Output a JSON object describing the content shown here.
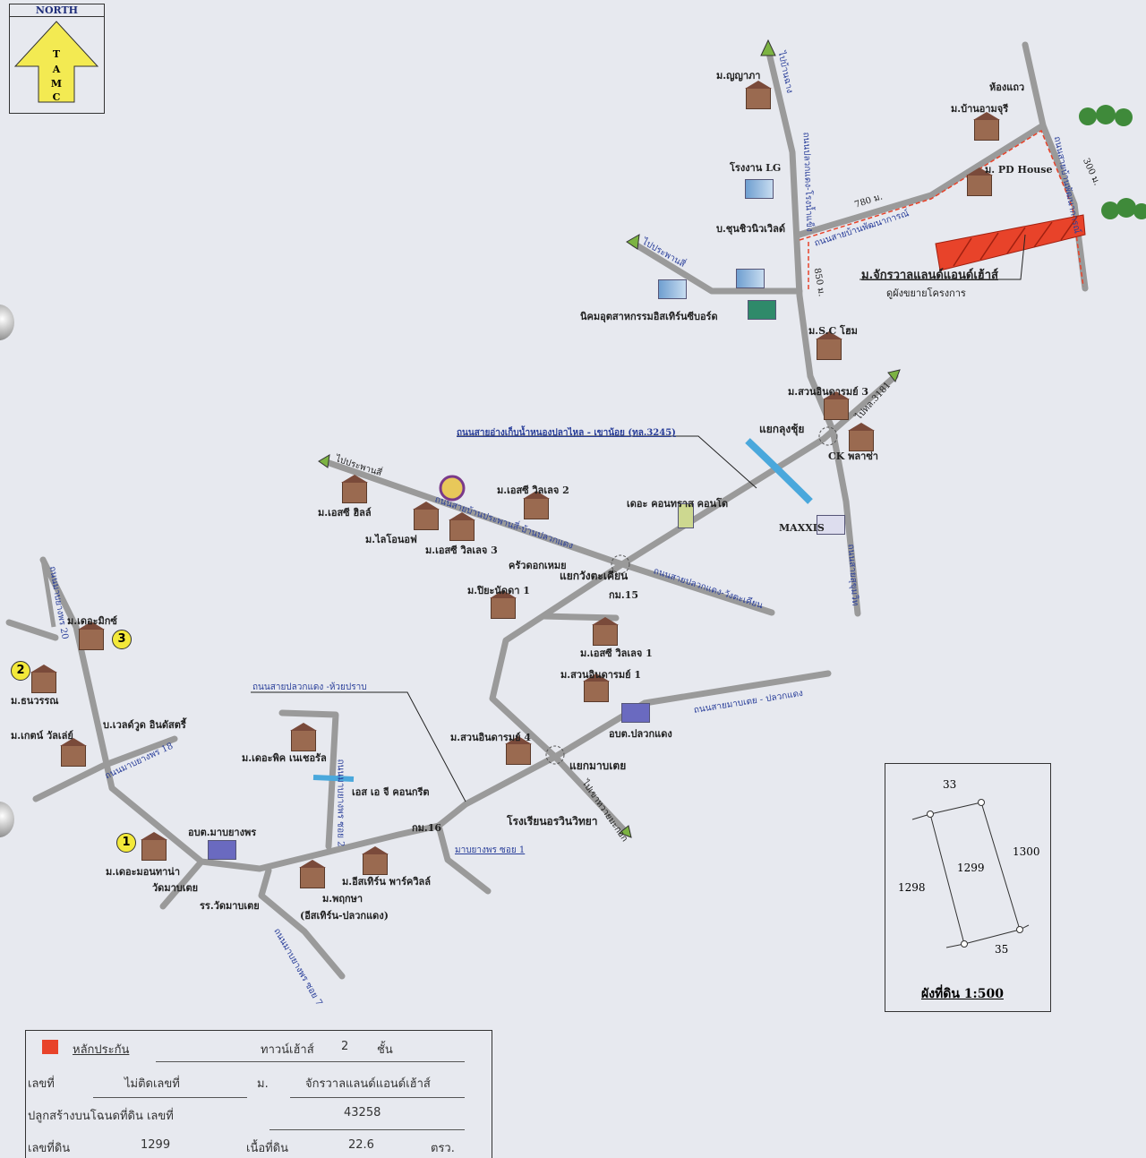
{
  "north_arrow": {
    "title": "NORTH",
    "letters": [
      "T",
      "A",
      "M",
      "C"
    ]
  },
  "places": {
    "nanyapha": "ม.ญญาภา",
    "hongthaew": "ห้องแถว",
    "banamaree": "ม.บ้านอามจุรี",
    "pd_house": "ม. PD House",
    "lg_factory": "โรงงาน LG",
    "bunchiew": "บ.ชุนชิวนิวเวิลด์",
    "amata": "นิคมอุตสาหกรรมอิสเทิร์นซีบอร์ด",
    "sc_home": "ม.S.C โฮม",
    "chakrawan": "ม.จักรวาลแลนด์แอนด์เฮ้าส์",
    "project_note": "ดูผังขยายโครงการ",
    "suan_3": "ม.สวนอินดารมย์ 3",
    "yaek_kungchui": "แยกลุงชุ้ย",
    "ck_plaza": "CK พลาซ่า",
    "maxxis": "MAXXIS",
    "sc_hill": "ม.เอสซี ฮิลล์",
    "lionof": "ม.ไลโอนอฟ",
    "sc_village2": "ม.เอสซี วิลเลจ 2",
    "sc_village3": "ม.เอสซี วิลเลจ 3",
    "krua": "ครัวดอกเหมย",
    "condo": "เดอะ คอนทราส คอนโด",
    "yaek_wang": "แยกวังตะเคียน",
    "km15": "กม.15",
    "piyanat": "ม.ปิยะนัดดา 1",
    "sc_village1": "ม.เอสซี วิลเลจ 1",
    "suan_1": "ม.สวนอินดารมย์ 1",
    "obt_pluak": "อบต.ปลวกแดง",
    "suan_4": "ม.สวนอินดารมย์ 4",
    "yaek_map": "แยกมาบเตย",
    "school": "โรงเรียนอรวินวิทยา",
    "themix": "ม.เดอะมิกซ์",
    "thanawan": "ม.ธนวรรณ",
    "kate": "ม.เกตน์ วัลเล่ย์",
    "gold": "บ.เวลด์วูด อินดัสตรี้",
    "thepick": "ม.เดอะพิค เนเชอรัล",
    "sg": "เอส เอ จี คอนกรีต",
    "km16": "กม.16",
    "obt_map": "อบต.มาบยางพร",
    "montana": "ม.เดอะมอนทาน่า",
    "wat": "วัดมาบเตย",
    "school_wat": "รร.วัดมาบเตย",
    "eastern_park": "ม.อีสเทิร์น พาร์ควิลล์",
    "pruksa": "ม.พฤกษา",
    "pruksa2": "(อีสเทิร์น-ปลวกแดง)"
  },
  "roads": {
    "to_ban_chang": "ไปบ้านฉาง",
    "road_pluak_rong": "ถนนปลวกแดง-โรงน้ำแข็ง",
    "road_ban_phatthana": "ถนนสายบ้านพัฒนาการณ์",
    "road_right": "ถนนสายบ้านพัฒนาการณ์",
    "to_praphansi_n": "ไปประพานสี่",
    "to_praphansi_w": "ไปประพานสี่",
    "dist_780": "780 ม.",
    "dist_850": "850 ม.",
    "dist_300": "300 ม.",
    "to_3181": "ไปทล.3181",
    "road_3245": "ถนนสายอ่างเก็บน้ำหนองปลาไหล - เขาน้อย (ทล.3245)",
    "road_praphan_pluak": "ถนนสายบ้านประพานสี่-บ้านปลวกแดง",
    "road_pluak_wang": "ถนนสายปลวกแดง-วังตะเคียน",
    "road_sukhumvit": "ถนนสายสุขุมวิท",
    "road_map_pluak": "ถนนสายมาบเตย - ปลวกแดง",
    "road_pluak_huai": "ถนนสายปลวกแดง -ห้วยปราบ",
    "road_20": "ถนนมาบยางพร 20",
    "road_18": "ถนนมาบยางพร 18",
    "soi2": "ถนนมาบยางพร ซอย 2",
    "soi1": "มาบยางพร ซอย 1",
    "soi7": "ถนนมาบยางพร ซอย 7",
    "to_khao": "ไปเขาหวายมะกอก"
  },
  "markers": [
    "1",
    "2",
    "3"
  ],
  "plot": {
    "top": "33",
    "right": "1300",
    "center": "1299",
    "left": "1298",
    "bottom": "35",
    "title": "ผังที่ดิน 1:500"
  },
  "legend": {
    "collateral": "หลักประกัน",
    "type": "ทาวน์เฮ้าส์",
    "floors": "2",
    "floors_unit": "ชั้น",
    "no_label": "เลขที่",
    "no_value": "ไม่ติดเลขที่",
    "village_label": "ม.",
    "village_value": "จักรวาลแลนด์แอนด์เฮ้าส์",
    "deed_label": "ปลูกสร้างบนโฉนดที่ดิน เลขที่",
    "deed_value": "43258",
    "land_no_label": "เลขที่ดิน",
    "land_no_value": "1299",
    "area_label": "เนื้อที่ดิน",
    "area_value": "22.6",
    "area_unit": "ตรว."
  },
  "colors": {
    "road": "#9a9a9a",
    "collateral": "#e8432a",
    "road_label": "#2a3f9a",
    "river": "#4aa8dc",
    "bg": "#e7e9ef"
  }
}
